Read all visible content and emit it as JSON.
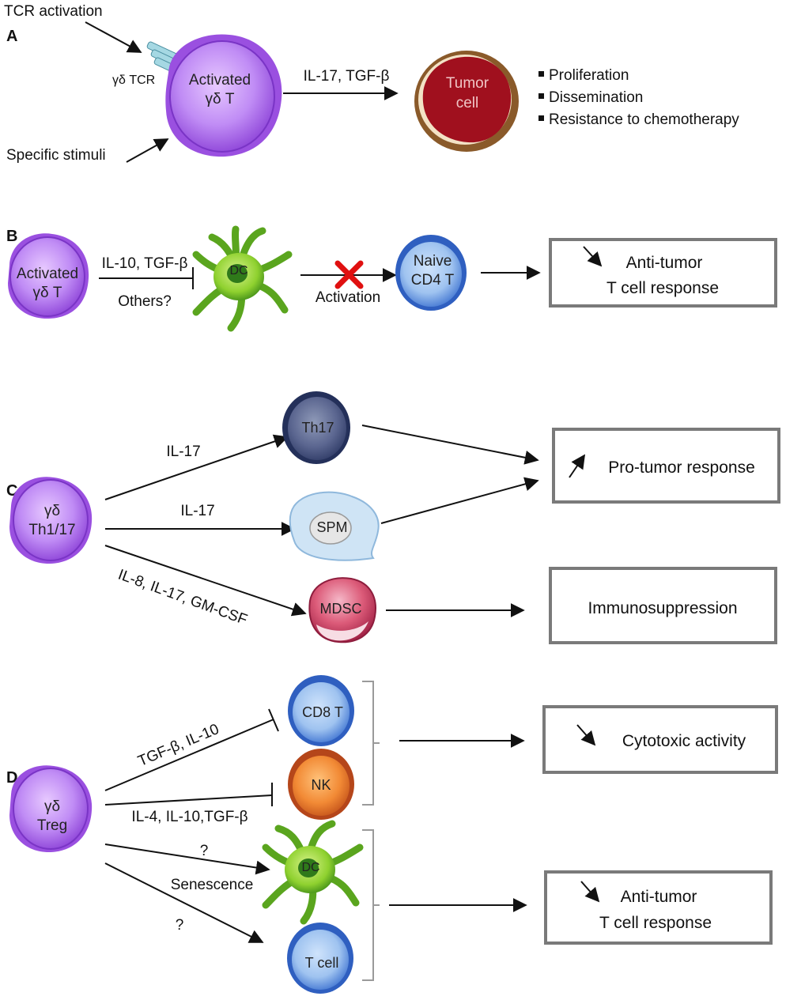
{
  "panels": {
    "a": "A",
    "b": "B",
    "c": "C",
    "d": "D"
  },
  "panel_a": {
    "input_top": "TCR activation",
    "input_bottom": "Specific stimuli",
    "receptor": "γδ TCR",
    "cell_line1": "Activated",
    "cell_line2": "γδ T",
    "arrow_label": "IL-17, TGF-β",
    "target_line1": "Tumor",
    "target_line2": "cell",
    "bullets": [
      "Proliferation",
      "Dissemination",
      "Resistance to chemotherapy"
    ]
  },
  "panel_b": {
    "cell_line1": "Activated",
    "cell_line2": "γδ T",
    "inhibit_label1": "IL-10, TGF-β",
    "inhibit_label2": "Others?",
    "dc": "DC",
    "activation": "Activation",
    "naive_line1": "Naive",
    "naive_line2": "CD4 T",
    "outcome_line1": "Anti-tumor",
    "outcome_line2": "T cell response"
  },
  "panel_c": {
    "cell_line1": "γδ",
    "cell_line2": "Th1/17",
    "label_th17": "IL-17",
    "label_spm": "IL-17",
    "label_mdsc": "IL-8, IL-17, GM-CSF",
    "th17": "Th17",
    "spm": "SPM",
    "mdsc": "MDSC",
    "outcome_pro": "Pro-tumor response",
    "outcome_immuno": "Immunosuppression"
  },
  "panel_d": {
    "cell_line1": "γδ",
    "cell_line2": "Treg",
    "label_cd8": "TGF-β, IL-10",
    "label_nk": "IL-4, IL-10,TGF-β",
    "label_q1": "?",
    "label_senescence": "Senescence",
    "label_q2": "?",
    "cd8": "CD8 T",
    "nk": "NK",
    "dc": "DC",
    "tcell": "T cell",
    "outcome_cyto": "Cytotoxic activity",
    "outcome_line1": "Anti-tumor",
    "outcome_line2": "T cell response"
  },
  "colors": {
    "gd_cell": "#b678f0",
    "tumor": "#a0101e",
    "dc": "#7ccb2a",
    "blue_cell": "#5b92e3",
    "th17": "#4a5a82",
    "spm": "#cfe4f5",
    "mdsc": "#d8506e",
    "nk": "#ec7a2c",
    "box_border": "#7a7a7a",
    "inhibit_x": "#e01010"
  }
}
